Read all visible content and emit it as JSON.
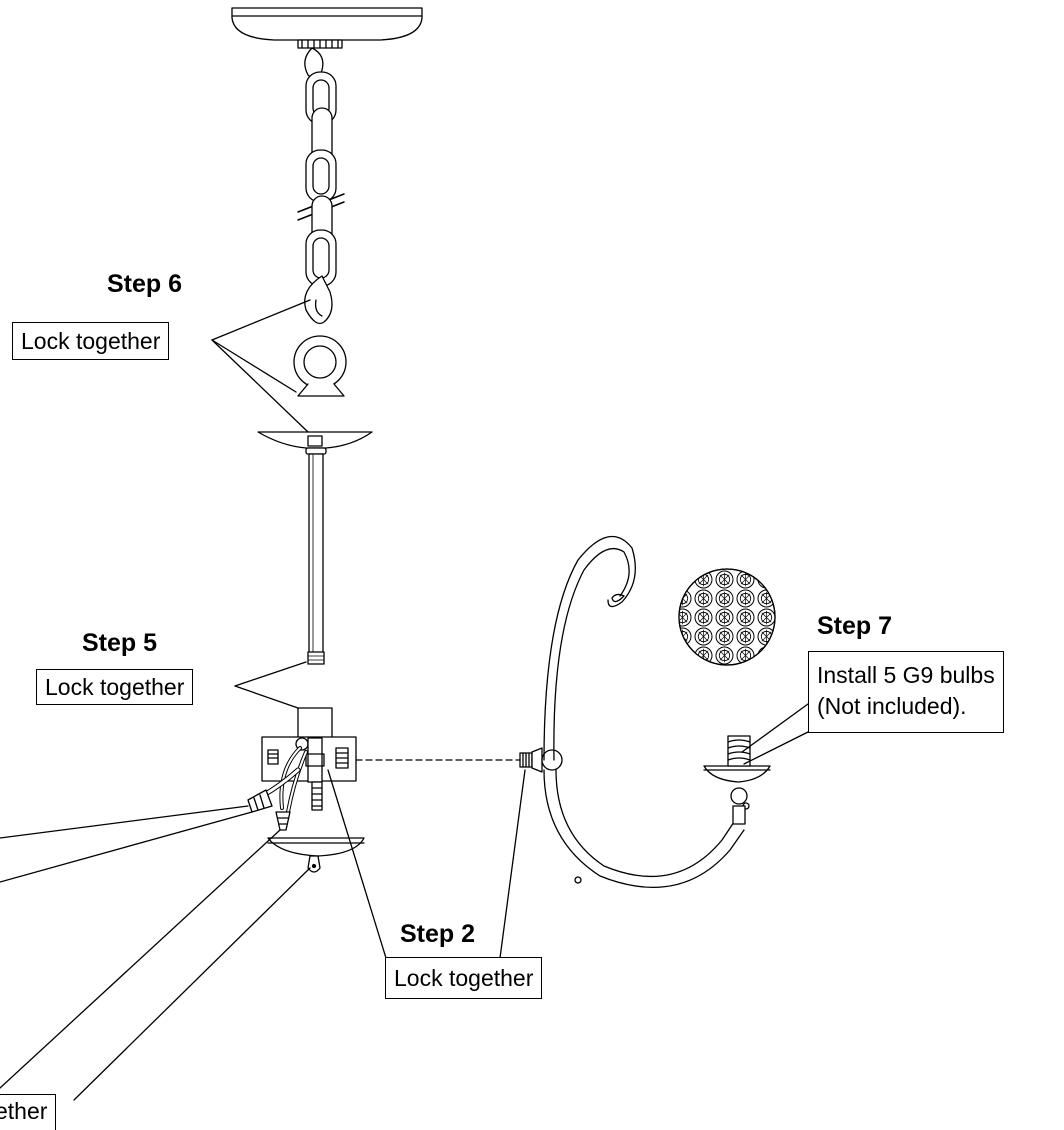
{
  "steps": {
    "step6": {
      "title": "Step 6",
      "label": "Lock together"
    },
    "step5": {
      "title": "Step 5",
      "label": "Lock together"
    },
    "step2": {
      "title": "Step 2",
      "label": "Lock together"
    },
    "step7": {
      "title": "Step 7",
      "label_line1": "Install 5 G9 bulbs",
      "label_line2": "(Not included)."
    },
    "cutoff": {
      "label": "ether"
    }
  }
}
